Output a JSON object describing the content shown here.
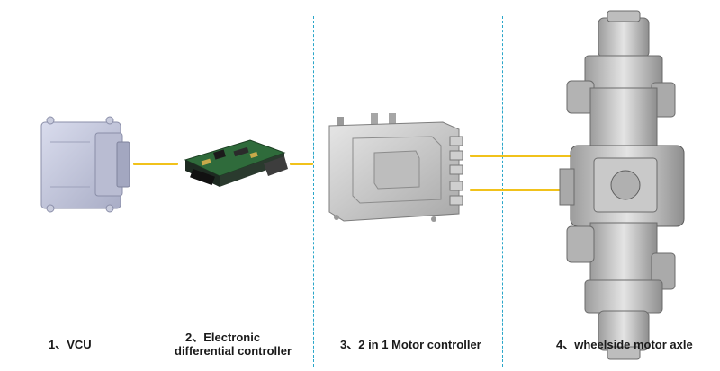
{
  "labels": {
    "vcu": "1、VCU",
    "edc_line1": "2、Electronic",
    "edc_line2": "differential controller",
    "motor_controller": "3、2 in 1 Motor controller",
    "axle": "4、wheelside motor axle"
  },
  "colors": {
    "connector": "#f1c21b",
    "divider": "#2aa6c9"
  },
  "components": [
    "vcu-unit",
    "electronic-differential-controller",
    "motor-controller",
    "wheelside-motor-axle"
  ]
}
